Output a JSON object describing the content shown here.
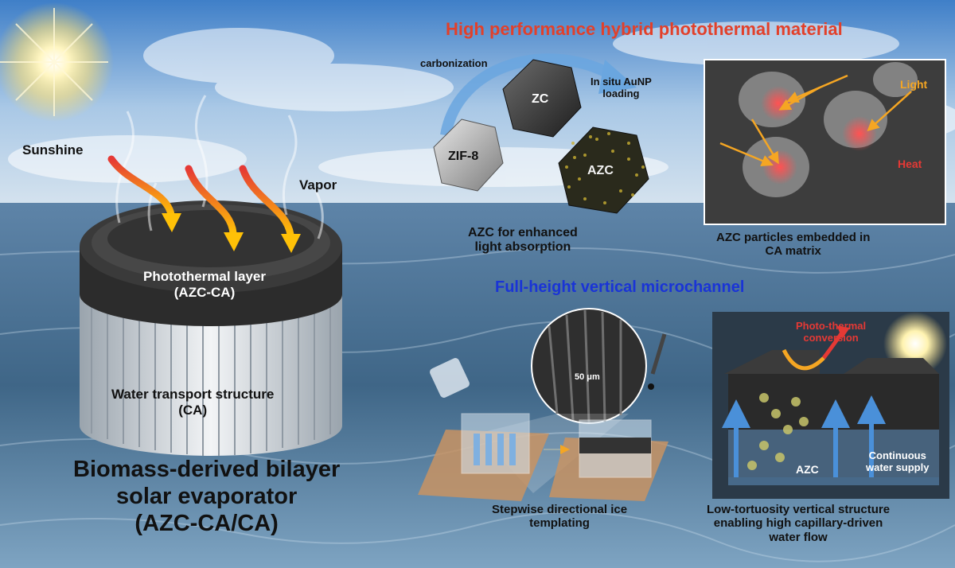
{
  "title": "High performance hybrid photothermal material",
  "subtitle": "Full-height vertical microchannel",
  "left": {
    "sunshine": "Sunshine",
    "vapor": "Vapor",
    "photothermal_layer": [
      "Photothermal layer",
      "(AZC-CA)"
    ],
    "water_transport": [
      "Water transport structure",
      "(CA)"
    ],
    "caption": [
      "Biomass-derived bilayer",
      "solar evaporator",
      "(AZC-CA/CA)"
    ]
  },
  "synthesis": {
    "zif": "ZIF-8",
    "zc": "ZC",
    "azc": "AZC",
    "carbonization": "carbonization",
    "loading": [
      "In situ AuNP",
      "loading"
    ],
    "caption": [
      "AZC for enhanced",
      "light absorption"
    ]
  },
  "sem": {
    "light": "Light",
    "heat": "Heat",
    "caption": [
      "AZC particles embedded in",
      "CA matrix"
    ]
  },
  "templating": {
    "scale": "50 μm",
    "caption": [
      "Stepwise directional ice",
      "templating"
    ]
  },
  "channel": {
    "conversion": [
      "Photo-thermal",
      "conversion"
    ],
    "azc": "AZC",
    "water_supply": [
      "Continuous",
      "water supply"
    ],
    "caption": [
      "Low-tortuosity vertical structure",
      "enabling high capillary-driven",
      "water flow"
    ]
  },
  "colors": {
    "title_red": "#e2402a",
    "subtitle_blue": "#1a34d6",
    "arrow_orange": "#f5a623",
    "heat_red": "#e53935"
  }
}
